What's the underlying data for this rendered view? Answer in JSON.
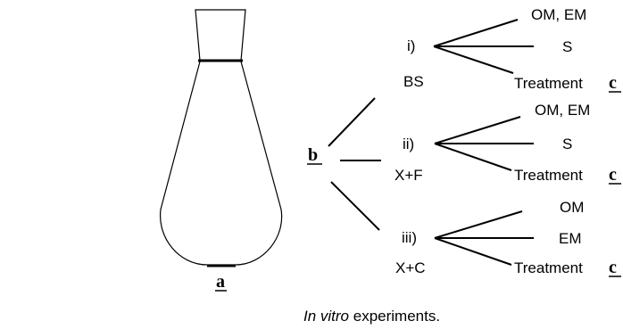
{
  "flask": {
    "label": "a"
  },
  "hub": {
    "label": "b"
  },
  "branches": [
    {
      "index": "i)",
      "group": "BS",
      "outcomes": [
        "OM,  EM",
        "S",
        "Treatment"
      ],
      "link": "c"
    },
    {
      "index": "ii)",
      "group": "X+F",
      "outcomes": [
        "OM, EM",
        "S",
        "Treatment"
      ],
      "link": "c"
    },
    {
      "index": "iii)",
      "group": "X+C",
      "outcomes": [
        "OM",
        "EM",
        "Treatment"
      ],
      "link": "c"
    }
  ],
  "caption": {
    "italic": "In vitro",
    "rest": " experiments."
  }
}
